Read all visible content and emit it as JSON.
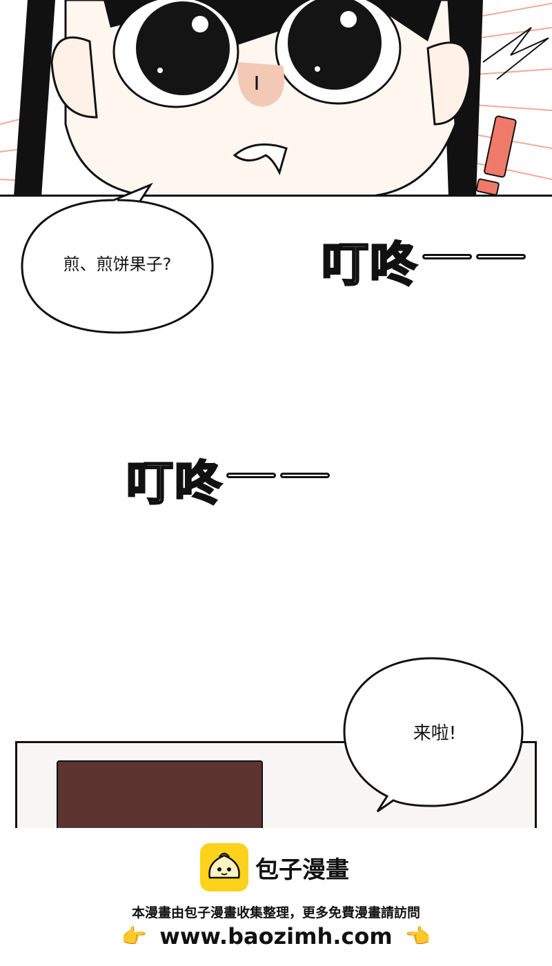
{
  "top_panel": {
    "description_icon": "girl-face-drooling"
  },
  "bubbles": {
    "jianbing": "煎、煎饼果子?",
    "lai_la": "来啦!"
  },
  "sfx": {
    "ding_dong_1": "叮咚",
    "ding_dong_2": "叮咚"
  },
  "footer": {
    "brand_name": "包子漫畫",
    "notice": "本漫畫由包子漫畫收集整理，更多免費漫畫請訪問",
    "url": "www.baozimh.com",
    "left_hand": "👉",
    "right_hand": "👈"
  },
  "colors": {
    "logo_yellow": "#fcd21a",
    "speed_lines": "#f2a89a",
    "exclamation": "#f07a6a",
    "door_brown": "#5e3431"
  }
}
